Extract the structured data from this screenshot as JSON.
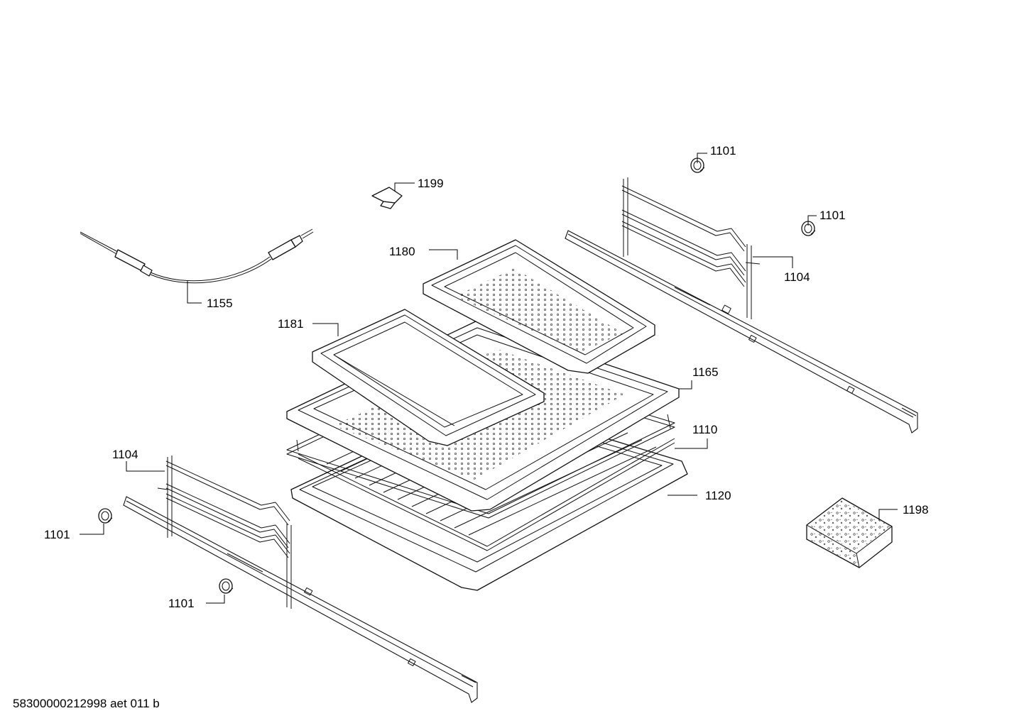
{
  "callouts": {
    "c1101_top": "1101",
    "c1199": "1199",
    "c1101_right": "1101",
    "c1180": "1180",
    "c1104_right": "1104",
    "c1155": "1155",
    "c1181": "1181",
    "c1165": "1165",
    "c1110": "1110",
    "c1104_left": "1104",
    "c1120": "1120",
    "c1198": "1198",
    "c1101_left": "1101",
    "c1101_bottom": "1101"
  },
  "footer": {
    "drawing_id": "58300000212998 aet 011 b"
  }
}
